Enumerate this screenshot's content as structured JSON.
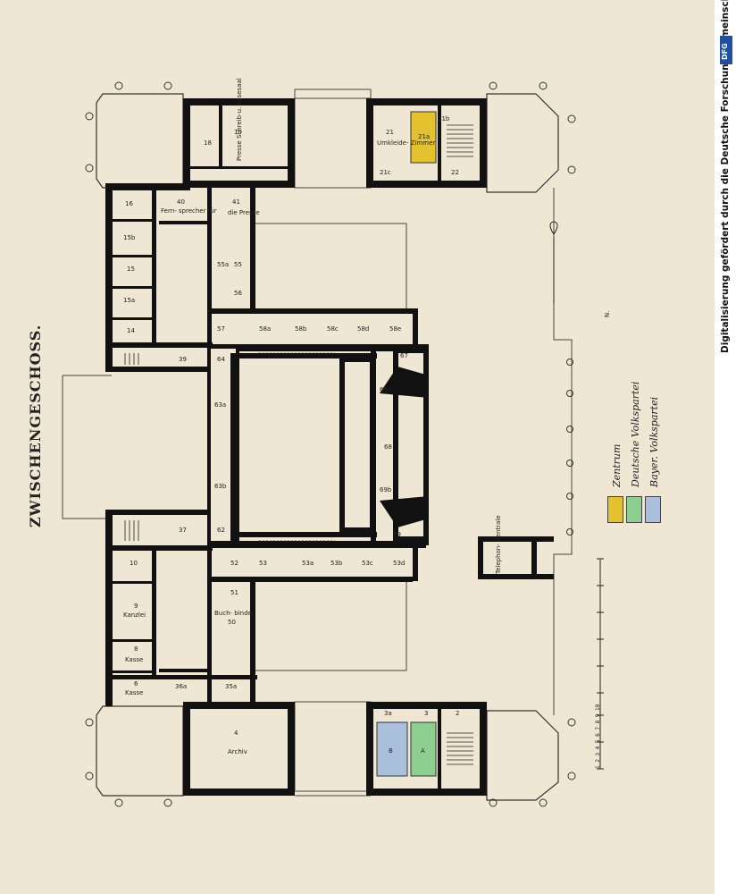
{
  "title": "ZWISCHENGESCHOSS.",
  "side_text": "Digitalisierung gefördert durch die Deutsche Forschungsgemeinschaft •",
  "dfg_logo": "DFG",
  "north_label": "N.",
  "scale_numbers": "1 2 3 4 5 6 7 8 9 10",
  "legend": [
    {
      "label": "Zentrum",
      "color": "#e3c22e"
    },
    {
      "label": "Deutsche Volkspartei",
      "color": "#8ccf8f"
    },
    {
      "label": "Bayer. Volkspartei",
      "color": "#a9bfdb"
    }
  ],
  "room_labels": {
    "r18": "18",
    "r19": "19",
    "r19_text": "Presse Schreib-u. Lesesaal",
    "r16": "16",
    "r15b": "15b",
    "r15": "15",
    "r15a": "15a",
    "r14": "14",
    "r40": "40",
    "r40_text": "Fern- sprecher für",
    "r41": "41",
    "r41_text": "die Presse",
    "r55a": "55a",
    "r55": "55",
    "r56": "56",
    "r57": "57",
    "r39": "39",
    "r64": "64",
    "r63a": "63a",
    "r63b": "63b",
    "r37": "37",
    "r62": "62",
    "r10": "10",
    "r9": "9",
    "r9_text": "Kanzlei",
    "r8": "8",
    "r8_text": "Kasse",
    "r6": "6",
    "r6_text": "Kasse",
    "r50": "50",
    "r50_text": "Buch- binder",
    "r51": "51",
    "r36a": "36a",
    "r35a": "35a",
    "r4": "4",
    "r4_text": "Archiv",
    "r52": "52",
    "r53": "53",
    "r53a": "53a",
    "r53b": "53b",
    "r53c": "53c",
    "r53d": "53d",
    "r58a": "58a",
    "r58b": "58b",
    "r58c": "58c",
    "r58d": "58d",
    "r58e": "58e",
    "r67": "67",
    "r68": "68",
    "r69a": "69a",
    "r69b": "69b",
    "r59": "59",
    "r21": "21",
    "r21_text": "Umkleide- Zimmer",
    "r21a": "21a",
    "r21b": "21b",
    "r21c": "21c",
    "r22": "22",
    "r3": "3",
    "r3a": "3a",
    "r2": "2",
    "rA": "A",
    "rB": "B",
    "tel_text": "Telephon- Zentrale"
  }
}
